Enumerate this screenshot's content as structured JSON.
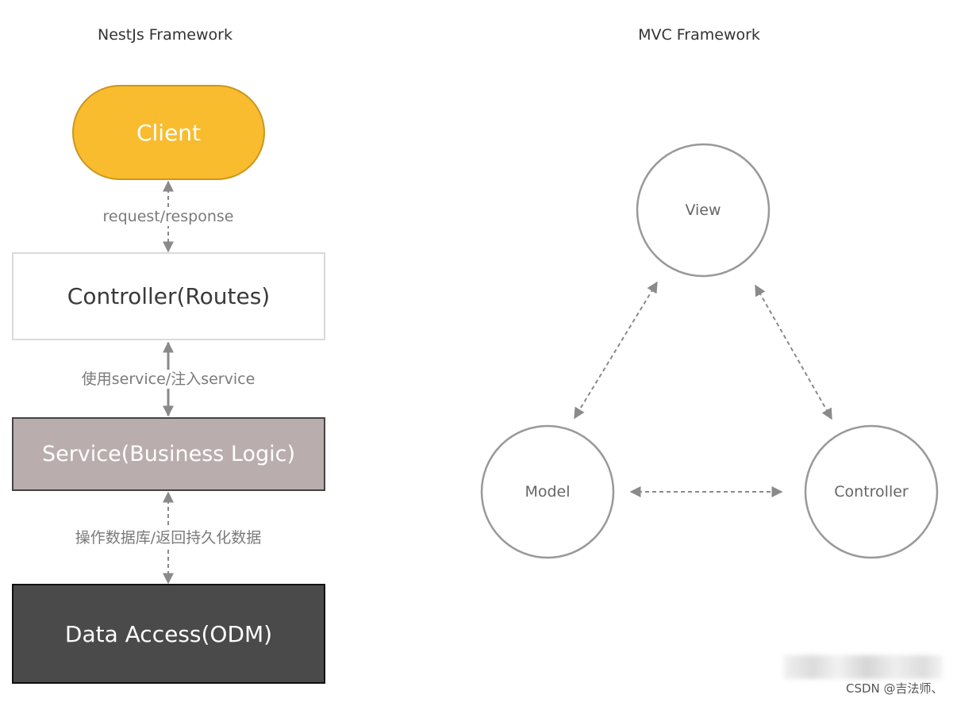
{
  "left": {
    "title": "NestJs Framework",
    "client": "Client",
    "edge1": "request/response",
    "controller": "Controller(Routes)",
    "edge2": "使用service/注入service",
    "service": "Service(Business Logic)",
    "edge3": "操作数据库/返回持久化数据",
    "data_access": "Data Access(ODM)"
  },
  "right": {
    "title": "MVC Framework",
    "view": "View",
    "model": "Model",
    "controller": "Controller"
  },
  "watermark": "CSDN @吉法师、",
  "colors": {
    "client_fill": "#F9BC2E",
    "client_border": "#C9971E",
    "controller_border": "#DADADA",
    "service_fill": "#B9ADAD",
    "service_border": "#444444",
    "data_access_fill": "#4A4A4A",
    "arrow": "#8A8A8A",
    "circle_border": "#999999"
  }
}
